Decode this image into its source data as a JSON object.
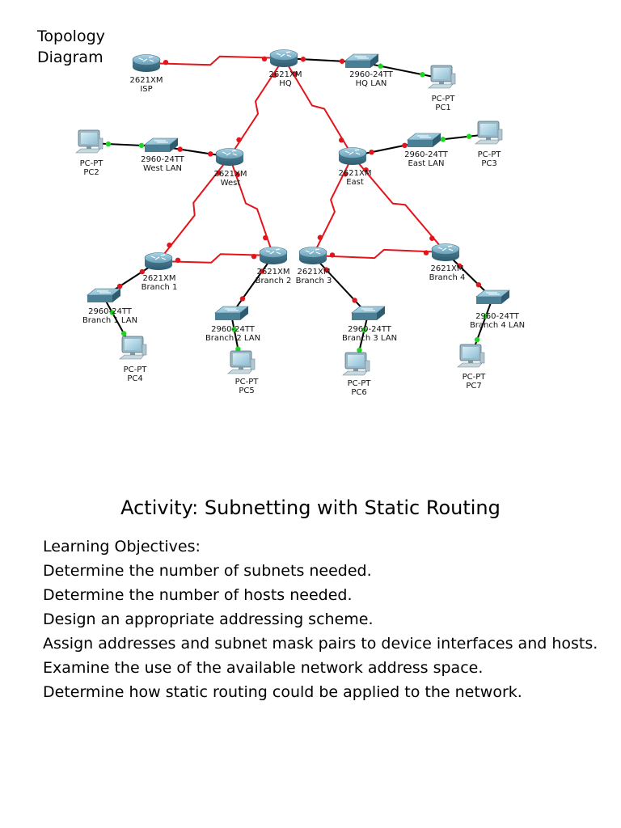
{
  "diagram": {
    "title_line1": "Topology",
    "title_line2": "Diagram",
    "colors": {
      "serial_link": "#e4141b",
      "ethernet_link": "#000000",
      "link_down": "#e4141b",
      "link_up": "#21d421",
      "device": "#5a8fa6"
    },
    "devices": [
      {
        "id": "isp",
        "kind": "router",
        "model": "2621XM",
        "name": "ISP"
      },
      {
        "id": "hq",
        "kind": "router",
        "model": "2621XM",
        "name": "HQ"
      },
      {
        "id": "hq-lan",
        "kind": "switch",
        "model": "2960-24TT",
        "name": "HQ LAN"
      },
      {
        "id": "pc1",
        "kind": "pc",
        "model": "PC-PT",
        "name": "PC1"
      },
      {
        "id": "pc2",
        "kind": "pc",
        "model": "PC-PT",
        "name": "PC2"
      },
      {
        "id": "west-lan",
        "kind": "switch",
        "model": "2960-24TT",
        "name": "West LAN"
      },
      {
        "id": "west",
        "kind": "router",
        "model": "2621XM",
        "name": "West"
      },
      {
        "id": "east",
        "kind": "router",
        "model": "2621XM",
        "name": "East"
      },
      {
        "id": "east-lan",
        "kind": "switch",
        "model": "2960-24TT",
        "name": "East LAN"
      },
      {
        "id": "pc3",
        "kind": "pc",
        "model": "PC-PT",
        "name": "PC3"
      },
      {
        "id": "branch1",
        "kind": "router",
        "model": "2621XM",
        "name": "Branch 1"
      },
      {
        "id": "branch2",
        "kind": "router",
        "model": "2621XM",
        "name": "Branch 2"
      },
      {
        "id": "branch3",
        "kind": "router",
        "model": "2621XM",
        "name": "Branch 3"
      },
      {
        "id": "branch4",
        "kind": "router",
        "model": "2621XM",
        "name": "Branch 4"
      },
      {
        "id": "b1-lan",
        "kind": "switch",
        "model": "2960-24TT",
        "name": "Branch 1 LAN"
      },
      {
        "id": "b2-lan",
        "kind": "switch",
        "model": "2960-24TT",
        "name": "Branch 2 LAN"
      },
      {
        "id": "b3-lan",
        "kind": "switch",
        "model": "2960-24TT",
        "name": "Branch 3 LAN"
      },
      {
        "id": "b4-lan",
        "kind": "switch",
        "model": "2960-24TT",
        "name": "Branch 4 LAN"
      },
      {
        "id": "pc4",
        "kind": "pc",
        "model": "PC-PT",
        "name": "PC4"
      },
      {
        "id": "pc5",
        "kind": "pc",
        "model": "PC-PT",
        "name": "PC5"
      },
      {
        "id": "pc6",
        "kind": "pc",
        "model": "PC-PT",
        "name": "PC6"
      },
      {
        "id": "pc7",
        "kind": "pc",
        "model": "PC-PT",
        "name": "PC7"
      }
    ],
    "links": [
      {
        "from": "isp",
        "to": "hq",
        "type": "serial",
        "status": [
          "down",
          "down"
        ]
      },
      {
        "from": "hq",
        "to": "hq-lan",
        "type": "ethernet",
        "status": [
          "down",
          "down"
        ]
      },
      {
        "from": "hq-lan",
        "to": "pc1",
        "type": "ethernet",
        "status": [
          "up",
          "up"
        ]
      },
      {
        "from": "hq",
        "to": "west",
        "type": "serial",
        "status": [
          "down",
          "down"
        ]
      },
      {
        "from": "hq",
        "to": "east",
        "type": "serial",
        "status": [
          "down",
          "down"
        ]
      },
      {
        "from": "pc2",
        "to": "west-lan",
        "type": "ethernet",
        "status": [
          "up",
          "up"
        ]
      },
      {
        "from": "west-lan",
        "to": "west",
        "type": "ethernet",
        "status": [
          "down",
          "down"
        ]
      },
      {
        "from": "east",
        "to": "east-lan",
        "type": "ethernet",
        "status": [
          "down",
          "down"
        ]
      },
      {
        "from": "east-lan",
        "to": "pc3",
        "type": "ethernet",
        "status": [
          "up",
          "up"
        ]
      },
      {
        "from": "west",
        "to": "branch1",
        "type": "serial",
        "status": [
          "down",
          "down"
        ]
      },
      {
        "from": "west",
        "to": "branch2",
        "type": "serial",
        "status": [
          "down",
          "down"
        ]
      },
      {
        "from": "east",
        "to": "branch3",
        "type": "serial",
        "status": [
          "down",
          "down"
        ]
      },
      {
        "from": "east",
        "to": "branch4",
        "type": "serial",
        "status": [
          "down",
          "down"
        ]
      },
      {
        "from": "branch1",
        "to": "branch2",
        "type": "serial",
        "status": [
          "down",
          "down"
        ]
      },
      {
        "from": "branch3",
        "to": "branch4",
        "type": "serial",
        "status": [
          "down",
          "down"
        ]
      },
      {
        "from": "branch1",
        "to": "b1-lan",
        "type": "ethernet",
        "status": [
          "down",
          "down"
        ]
      },
      {
        "from": "b1-lan",
        "to": "pc4",
        "type": "ethernet",
        "status": [
          "up",
          "up"
        ]
      },
      {
        "from": "branch2",
        "to": "b2-lan",
        "type": "ethernet",
        "status": [
          "down",
          "down"
        ]
      },
      {
        "from": "b2-lan",
        "to": "pc5",
        "type": "ethernet",
        "status": [
          "up",
          "up"
        ]
      },
      {
        "from": "branch3",
        "to": "b3-lan",
        "type": "ethernet",
        "status": [
          "down",
          "down"
        ]
      },
      {
        "from": "b3-lan",
        "to": "pc6",
        "type": "ethernet",
        "status": [
          "up",
          "up"
        ]
      },
      {
        "from": "branch4",
        "to": "b4-lan",
        "type": "ethernet",
        "status": [
          "down",
          "down"
        ]
      },
      {
        "from": "b4-lan",
        "to": "pc7",
        "type": "ethernet",
        "status": [
          "up",
          "up"
        ]
      }
    ]
  },
  "activity": {
    "title": "Activity: Subnetting with Static Routing",
    "objectives_heading": "Learning Objectives:",
    "objectives": [
      "Determine the number of subnets needed.",
      "Determine the number of hosts needed.",
      "Design an appropriate addressing scheme.",
      "Assign addresses and subnet mask pairs to device interfaces and hosts.",
      "Examine the use of the available network address space.",
      "Determine how static routing could be applied to the network."
    ]
  }
}
